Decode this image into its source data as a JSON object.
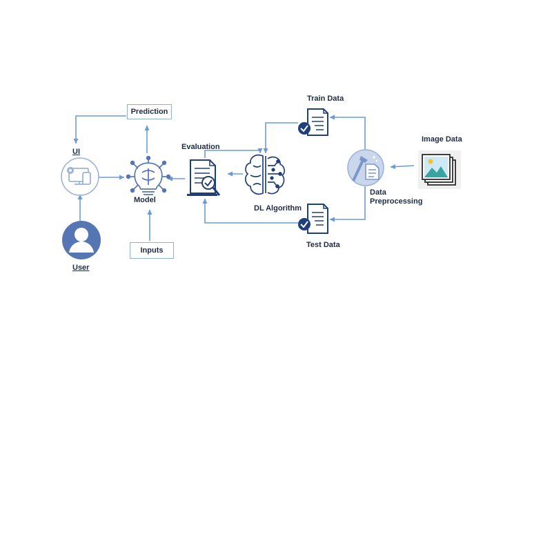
{
  "labels": {
    "prediction": "Prediction",
    "ui": "UI",
    "model": "Model",
    "inputs": "Inputs",
    "user": "User",
    "evaluation": "Evaluation",
    "dl_algorithm": "DL Algorithm",
    "train_data": "Train Data",
    "test_data": "Test Data",
    "data_preprocessing_line1": "Data",
    "data_preprocessing_line2": "Preprocessing",
    "image_data": "Image Data"
  },
  "colors": {
    "arrow": "#6a9bd8",
    "icon_dark": "#1f3f7a",
    "icon_mid": "#5676b3",
    "icon_light": "#9db2d6",
    "text": "#1f2a44"
  },
  "icons": [
    "ui-device-icon",
    "ai-bulb-icon",
    "evaluation-doc-icon",
    "brain-circuit-icon",
    "train-data-doc-icon",
    "test-data-doc-icon",
    "preprocessing-tools-icon",
    "image-stack-icon",
    "user-avatar-icon"
  ]
}
